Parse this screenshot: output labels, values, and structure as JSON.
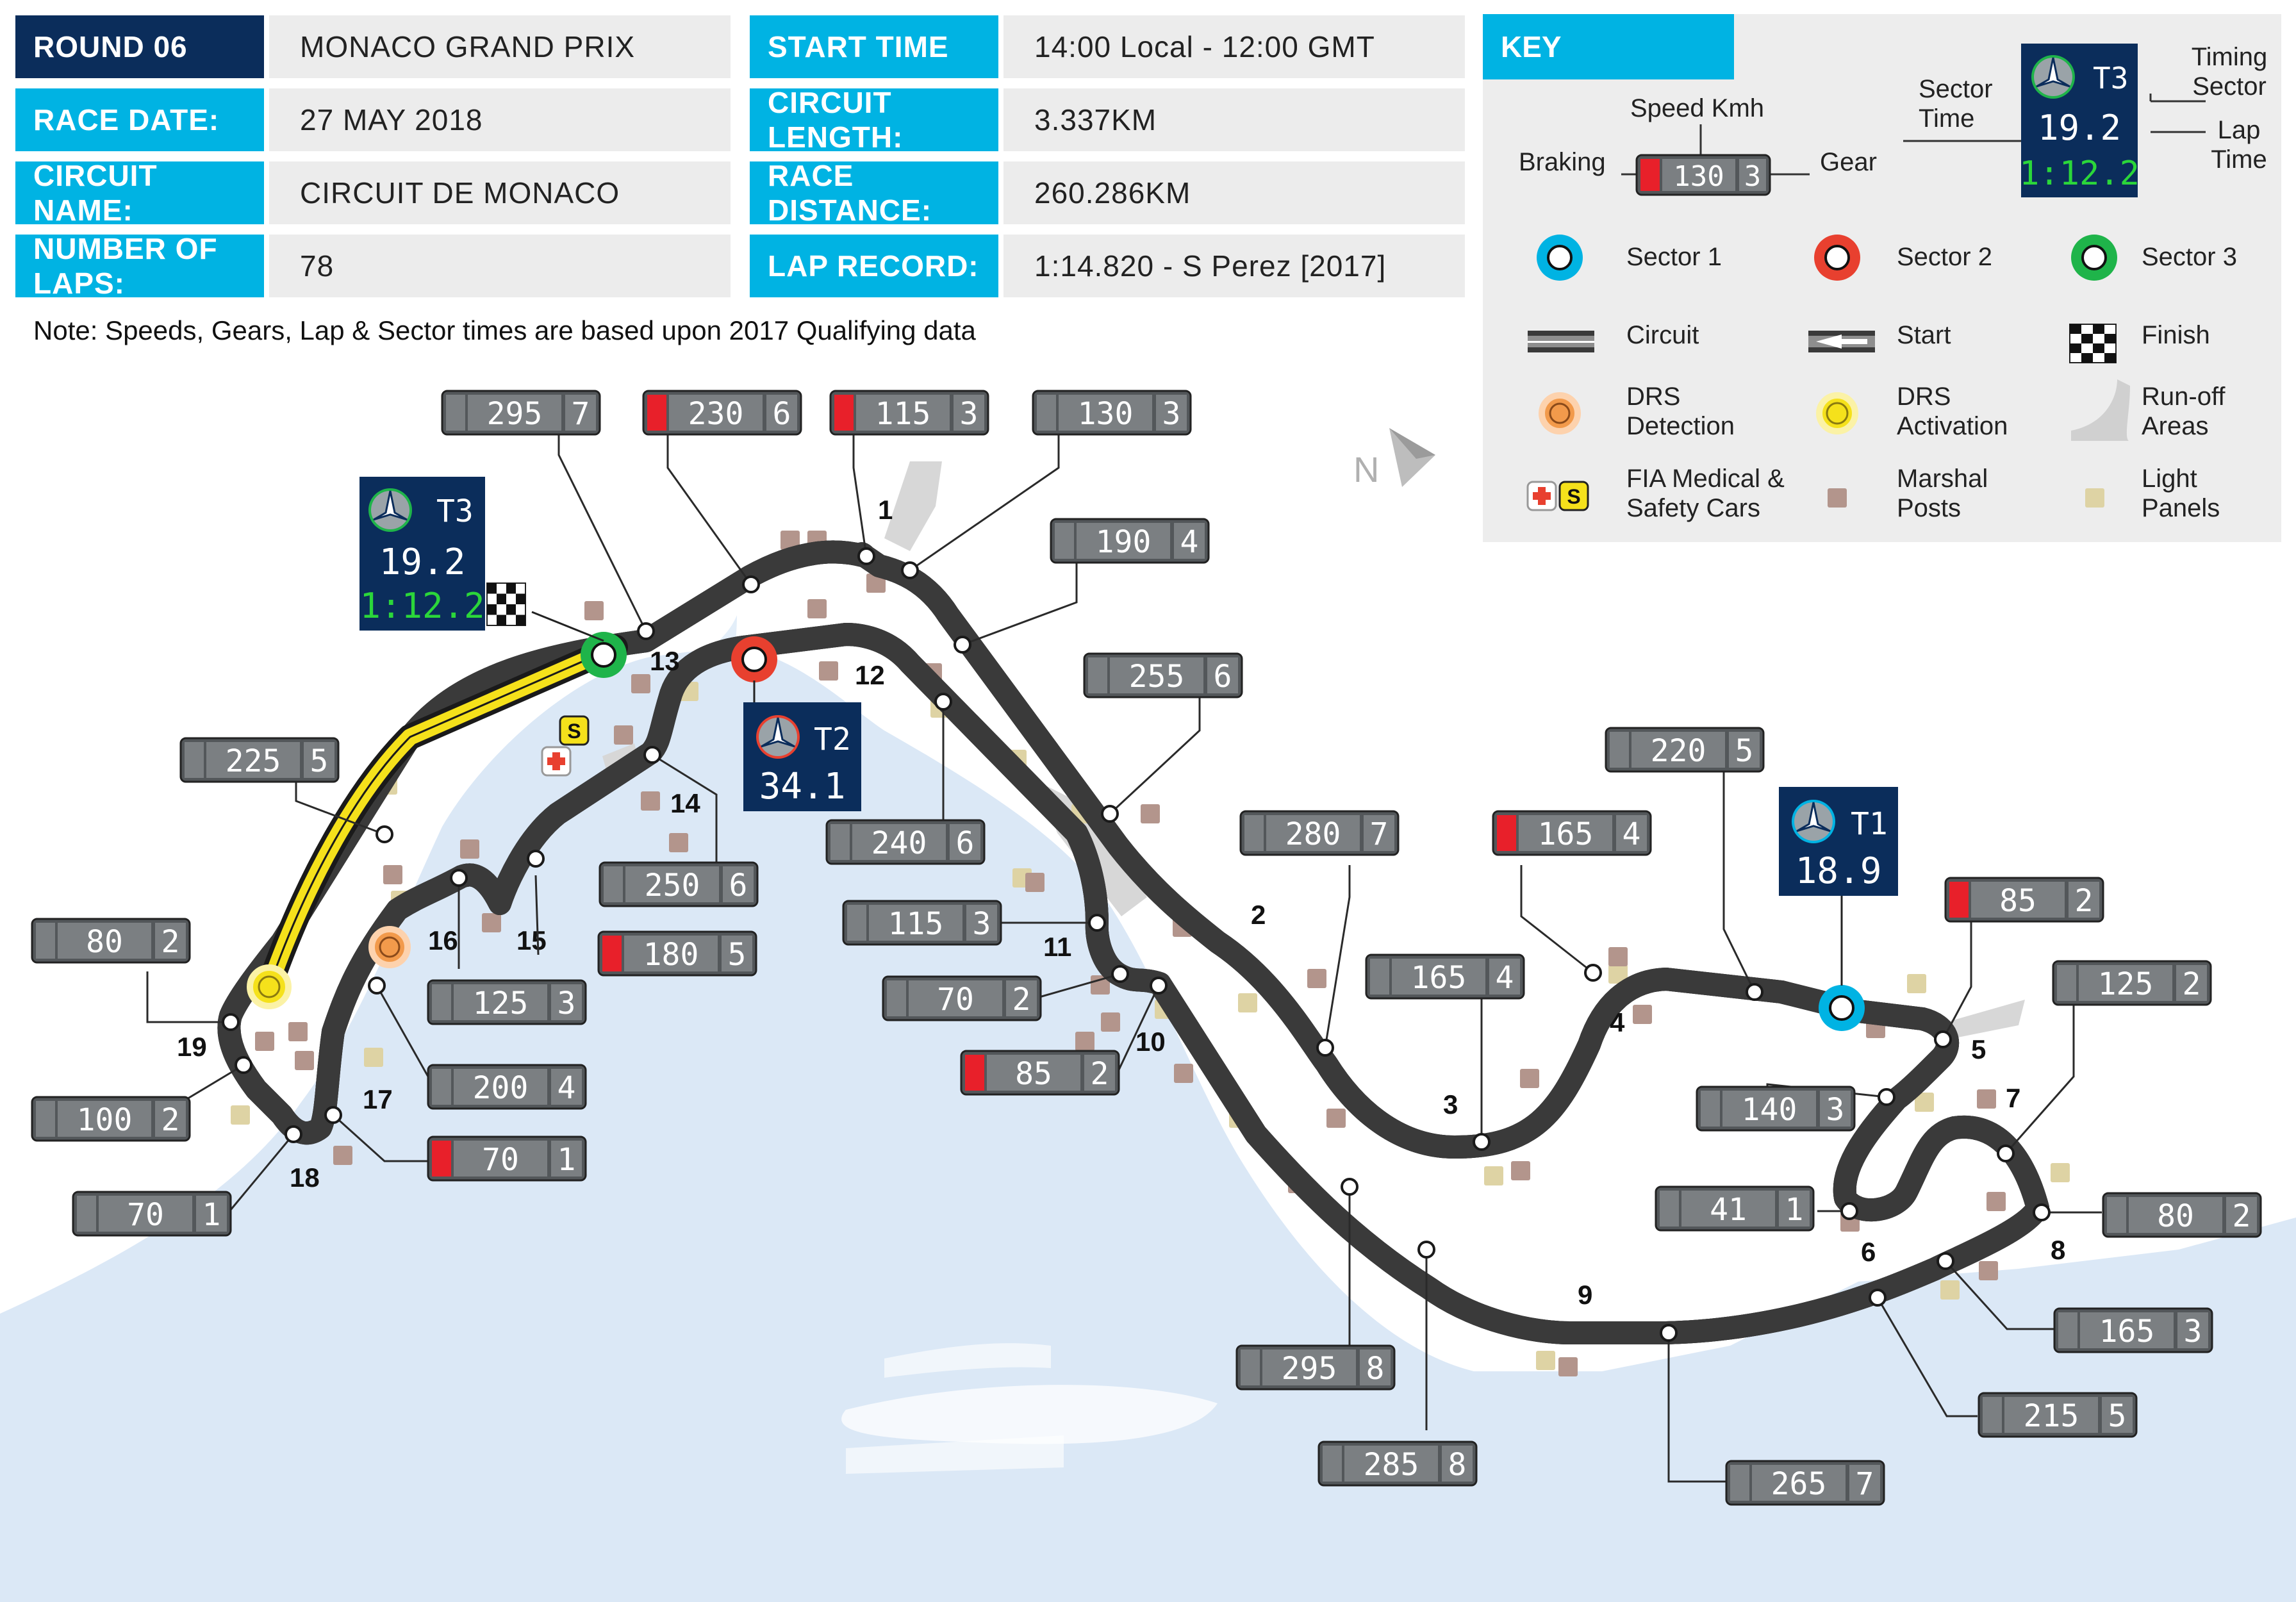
{
  "info": [
    {
      "label": "ROUND 06",
      "value": "MONACO GRAND PRIX",
      "dark": true
    },
    {
      "label": "RACE DATE:",
      "value": "27 MAY 2018"
    },
    {
      "label": "CIRCUIT NAME:",
      "value": "CIRCUIT DE MONACO"
    },
    {
      "label": "NUMBER OF LAPS:",
      "value": "78"
    },
    {
      "label": "START TIME",
      "value": "14:00 Local - 12:00 GMT"
    },
    {
      "label": "CIRCUIT LENGTH:",
      "value": "3.337KM"
    },
    {
      "label": "RACE DISTANCE:",
      "value": "260.286KM"
    },
    {
      "label": "LAP RECORD:",
      "value": "1:14.820 - S Perez [2017]"
    }
  ],
  "note": "Note:   Speeds, Gears, Lap & Sector times are based upon 2017 Qualifying data",
  "key": {
    "title": "KEY",
    "speed_kmh": "Speed Kmh",
    "braking": "Braking",
    "gear": "Gear",
    "sample_speed": "130",
    "sample_gear": "3",
    "sector_time": "Sector Time",
    "timing_sector": "Timing Sector",
    "lap_time": "Lap Time",
    "sample_sector": "T3",
    "sample_sector_time": "19.2",
    "sample_lap_time": "1:12.2",
    "sector1": "Sector 1",
    "sector2": "Sector 2",
    "sector3": "Sector 3",
    "circuit": "Circuit",
    "start": "Start",
    "finish": "Finish",
    "drs_detection": "DRS Detection",
    "drs_activation": "DRS Activation",
    "runoff": "Run-off Areas",
    "fia": "FIA Medical & Safety Cars",
    "marshal": "Marshal Posts",
    "light": "Light Panels",
    "colors": {
      "sector1": "#00b3e3",
      "sector2": "#e8402f",
      "sector3": "#1fb44a",
      "drs_detection": "#f29a4b",
      "drs_activation": "#f5e11b",
      "marshal": "#b3958c",
      "light": "#ded3a4"
    }
  },
  "compass": "N",
  "corners": [
    "1",
    "2",
    "3",
    "4",
    "5",
    "6",
    "7",
    "8",
    "9",
    "10",
    "11",
    "12",
    "13",
    "14",
    "15",
    "16",
    "17",
    "18",
    "19"
  ],
  "speed_boxes": [
    {
      "speed": "295",
      "gear": "7",
      "braking": false
    },
    {
      "speed": "230",
      "gear": "6",
      "braking": true
    },
    {
      "speed": "115",
      "gear": "3",
      "braking": true
    },
    {
      "speed": "130",
      "gear": "3",
      "braking": false
    },
    {
      "speed": "190",
      "gear": "4",
      "braking": false
    },
    {
      "speed": "255",
      "gear": "6",
      "braking": false
    },
    {
      "speed": "225",
      "gear": "5",
      "braking": false
    },
    {
      "speed": "280",
      "gear": "7",
      "braking": false
    },
    {
      "speed": "165",
      "gear": "4",
      "braking": true
    },
    {
      "speed": "220",
      "gear": "5",
      "braking": false
    },
    {
      "speed": "85",
      "gear": "2",
      "braking": true
    },
    {
      "speed": "240",
      "gear": "6",
      "braking": false
    },
    {
      "speed": "250",
      "gear": "6",
      "braking": false
    },
    {
      "speed": "115",
      "gear": "3",
      "braking": false
    },
    {
      "speed": "180",
      "gear": "5",
      "braking": true
    },
    {
      "speed": "70",
      "gear": "2",
      "braking": false
    },
    {
      "speed": "80",
      "gear": "2",
      "braking": false
    },
    {
      "speed": "125",
      "gear": "3",
      "braking": false
    },
    {
      "speed": "165",
      "gear": "4",
      "braking": false
    },
    {
      "speed": "125",
      "gear": "2",
      "braking": false
    },
    {
      "speed": "85",
      "gear": "2",
      "braking": true
    },
    {
      "speed": "200",
      "gear": "4",
      "braking": false
    },
    {
      "speed": "140",
      "gear": "3",
      "braking": false
    },
    {
      "speed": "100",
      "gear": "2",
      "braking": false
    },
    {
      "speed": "70",
      "gear": "1",
      "braking": true
    },
    {
      "speed": "41",
      "gear": "1",
      "braking": false
    },
    {
      "speed": "80",
      "gear": "2",
      "braking": false
    },
    {
      "speed": "70",
      "gear": "1",
      "braking": false
    },
    {
      "speed": "295",
      "gear": "8",
      "braking": false
    },
    {
      "speed": "165",
      "gear": "3",
      "braking": false
    },
    {
      "speed": "215",
      "gear": "5",
      "braking": false
    },
    {
      "speed": "285",
      "gear": "8",
      "braking": false
    },
    {
      "speed": "265",
      "gear": "7",
      "braking": false
    }
  ],
  "sectors": [
    {
      "name": "T3",
      "sector_time": "19.2",
      "lap_time": "1:12.2"
    },
    {
      "name": "T2",
      "sector_time": "34.1"
    },
    {
      "name": "T1",
      "sector_time": "18.9"
    }
  ]
}
